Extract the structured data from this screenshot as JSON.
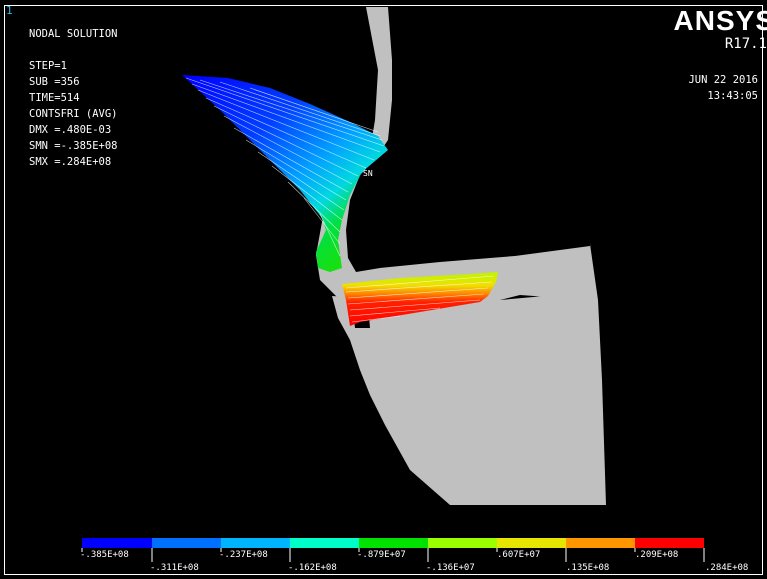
{
  "window": {
    "number": "1"
  },
  "info": {
    "lines": [
      "NODAL SOLUTION",
      "",
      "STEP=1",
      "SUB =356",
      "TIME=514",
      "CONTSFRI (AVG)",
      "DMX =.480E-03",
      "SMN =-.385E+08",
      "SMX =.284E+08"
    ]
  },
  "brand": {
    "logo_text": "ANSYS",
    "version": "R17.1"
  },
  "timestamp": {
    "date": "JUN 22 2016",
    "time": "13:43:05"
  },
  "node_label": "SN",
  "legend": {
    "colors": [
      "#0000ff",
      "#0071ff",
      "#00b4ff",
      "#00ffc8",
      "#00e100",
      "#9bff00",
      "#e6e600",
      "#ff9600",
      "#ff0000"
    ],
    "bottom_ticks": [
      "-.385E+08",
      "-.311E+08",
      "-.237E+08",
      "-.162E+08",
      "-.879E+07",
      "-.136E+07",
      ".607E+07",
      ".135E+08",
      ".209E+08",
      ".284E+08"
    ]
  },
  "colors": {
    "background": "#000000",
    "geometry": "#c0c0c0",
    "accent": "#39b4e8"
  }
}
